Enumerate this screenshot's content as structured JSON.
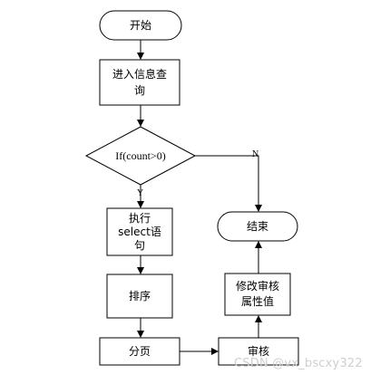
{
  "nodes": {
    "start": "开始",
    "enter_query": "进入信息查\n询",
    "decision": "If(count>0)",
    "execute_select": "执行\nselect语\n句",
    "sort": "排序",
    "paginate": "分页",
    "review": "审核",
    "modify_review": "修改审核\n属性值",
    "end": "结束"
  },
  "edge_labels": {
    "yes": "Y",
    "no": "N"
  },
  "watermark": "CSDN @vx_bscxy322"
}
